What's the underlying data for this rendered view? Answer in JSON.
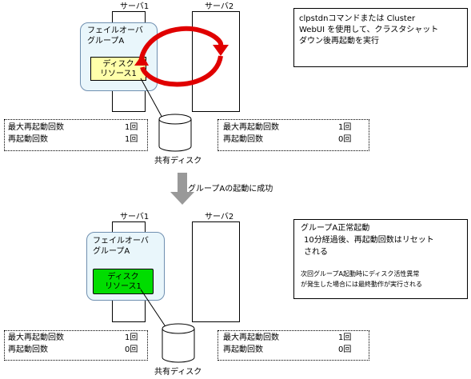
{
  "top": {
    "server1_label": "サーバ1",
    "server2_label": "サーバ2",
    "group_label_1": "フェイルオーバ",
    "group_label_2": "グループA",
    "resource_label_1": "ディスク",
    "resource_label_2": "リソース1",
    "resource_color": "#ffffaa",
    "disk_label": "共有ディスク",
    "note_lines": [
      "clpstdnコマンドまたは Cluster",
      "WebUI を使用して、クラスタシャット",
      "ダウン後再起動を実行"
    ],
    "counter_left": [
      {
        "label": "最大再起動回数",
        "value": "1回"
      },
      {
        "label": "再起動回数",
        "value": "1回"
      }
    ],
    "counter_right": [
      {
        "label": "最大再起動回数",
        "value": "1回"
      },
      {
        "label": "再起動回数",
        "value": "0回"
      }
    ]
  },
  "transition": {
    "label": "グループAの起動に成功",
    "arrow_color": "#999999"
  },
  "bottom": {
    "server1_label": "サーバ1",
    "server2_label": "サーバ2",
    "group_label_1": "フェイルオーバ",
    "group_label_2": "グループA",
    "resource_label_1": "ディスク",
    "resource_label_2": "リソース1",
    "resource_color": "#00dd00",
    "disk_label": "共有ディスク",
    "note_lines": [
      "グループA正常起動",
      "10分経過後、再起動回数はリセット",
      "される"
    ],
    "note_small_lines": [
      "次回グループA起動時にディスク活性異常",
      "が発生した場合には最終動作が実行される"
    ],
    "counter_left": [
      {
        "label": "最大再起動回数",
        "value": "1回"
      },
      {
        "label": "再起動回数",
        "value": "0回"
      }
    ],
    "counter_right": [
      {
        "label": "最大再起動回数",
        "value": "1回"
      },
      {
        "label": "再起動回数",
        "value": "0回"
      }
    ]
  },
  "colors": {
    "restart_arrow": "#e00000"
  }
}
